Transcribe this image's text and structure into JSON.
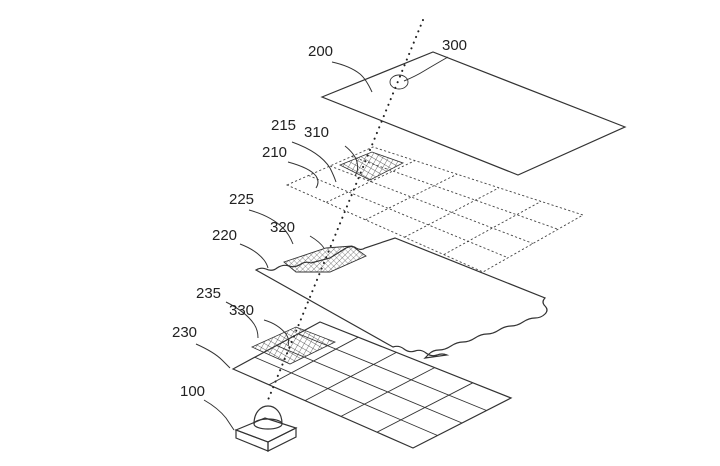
{
  "labels": {
    "l200": "200",
    "l300": "300",
    "l215": "215",
    "l310": "310",
    "l210": "210",
    "l225": "225",
    "l220": "220",
    "l320": "320",
    "l235": "235",
    "l330": "330",
    "l230": "230",
    "l100": "100"
  },
  "colors": {
    "line": "#333333",
    "background": "#ffffff"
  }
}
